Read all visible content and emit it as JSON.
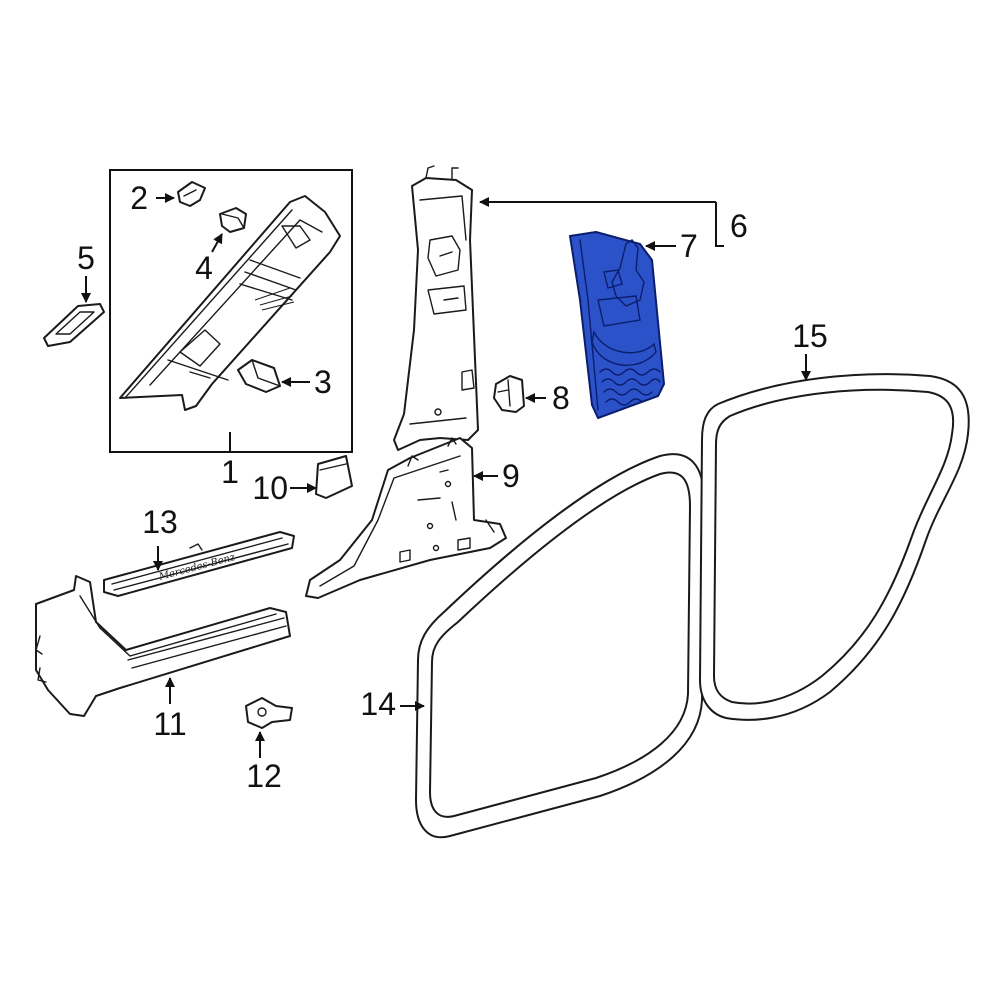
{
  "colors": {
    "line": "#1a1a1a",
    "highlight_fill": "#2b52c8",
    "highlight_stroke": "#0b1e6e",
    "background": "#ffffff"
  },
  "callouts": {
    "c1": "1",
    "c2": "2",
    "c3": "3",
    "c4": "4",
    "c5": "5",
    "c6": "6",
    "c7": "7",
    "c8": "8",
    "c9": "9",
    "c10": "10",
    "c11": "11",
    "c12": "12",
    "c13": "13",
    "c14": "14",
    "c15": "15"
  },
  "sill_plate_text": "Mercedes-Benz",
  "highlighted_callout": "7"
}
